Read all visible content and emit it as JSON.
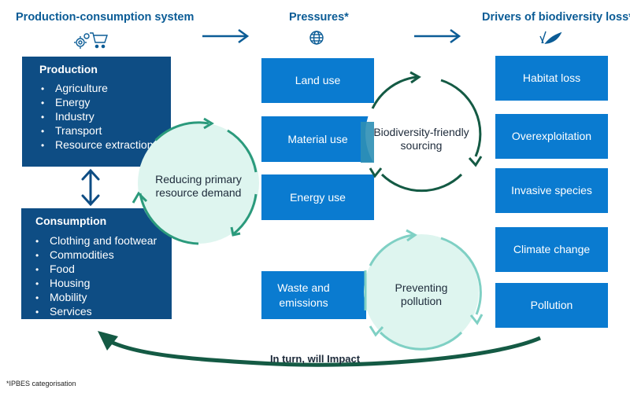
{
  "headers": {
    "production_consumption": "Production-consumption system",
    "pressures": "Pressures*",
    "drivers": "Drivers of biodiversity loss*"
  },
  "production": {
    "title": "Production",
    "items": [
      "Agriculture",
      "Energy",
      "Industry",
      "Transport",
      "Resource extraction"
    ]
  },
  "consumption": {
    "title": "Consumption",
    "items": [
      "Clothing and footwear",
      "Commodities",
      "Food",
      "Housing",
      "Mobility",
      "Services"
    ]
  },
  "pressures": [
    "Land use",
    "Material use",
    "Energy use",
    "Waste and emissions"
  ],
  "drivers": [
    "Habitat loss",
    "Overexploitation",
    "Invasive species",
    "Climate change",
    "Pollution"
  ],
  "circles": {
    "reducing": "Reducing primary resource demand",
    "sourcing": "Biodiversity-friendly sourcing",
    "pollution": "Preventing pollution"
  },
  "bottom_arrow_label": "In turn, will Impact",
  "footnote": "*IPBES categorisation",
  "icons": [
    "gear-cart-icon",
    "globe-icon",
    "leaf-icon"
  ],
  "colors": {
    "dark_box": "#0e4d84",
    "blue_box": "#0a7bd0",
    "header_text": "#0b5c96",
    "teal": "#2b9a7c",
    "dark_green": "#145a44",
    "light_teal": "#7fd0c4",
    "circle_fill": "#def5ef"
  }
}
